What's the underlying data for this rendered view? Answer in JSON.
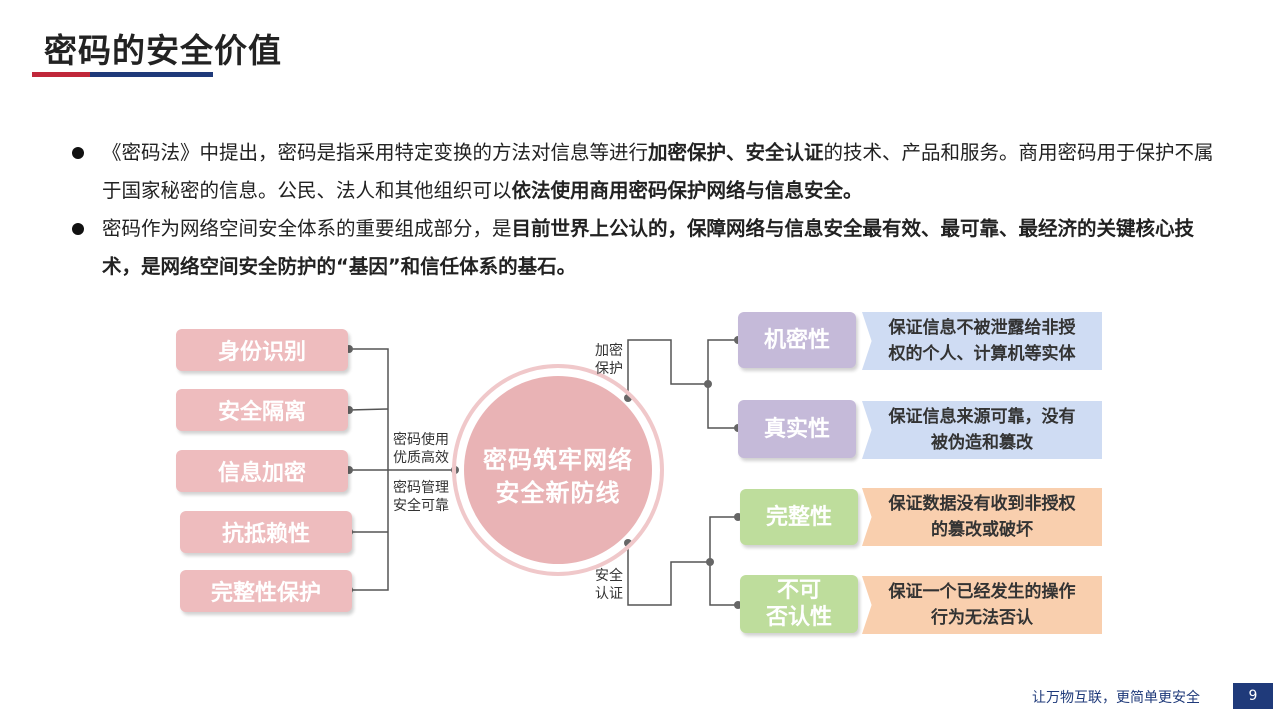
{
  "header": {
    "title": "密码的安全价值"
  },
  "bullets": [
    {
      "p1": "《密码法》中提出，密码是指采用特定变换的方法对信息等进行",
      "b1": "加密保护、安全认证",
      "p2": "的技术、产品和服务。商用密码用于保护不属于国家秘密的信息。公民、法人和其他组织可以",
      "b2": "依法使用商用密码保护网络与信息安全。"
    },
    {
      "p1": "密码作为网络空间安全体系的重要组成部分，是",
      "b1": "目前世界上公认的，保障网络与信息安全最有效、最可靠、最经济的关键核心技术，是网络空间安全防护的“基因”和信任体系的基石。"
    }
  ],
  "diagram": {
    "center": {
      "line1": "密码筑牢网络",
      "line2": "安全新防线"
    },
    "left_items": [
      "身份识别",
      "安全隔离",
      "信息加密",
      "抗抵赖性",
      "完整性保护"
    ],
    "left_labels": {
      "top": [
        "密码使用",
        "优质高效"
      ],
      "bottom": [
        "密码管理",
        "安全可靠"
      ]
    },
    "branch_labels": {
      "encrypt": [
        "加密",
        "保护"
      ],
      "auth": [
        "安全",
        "认证"
      ]
    },
    "properties": [
      {
        "name": [
          "机密性"
        ],
        "desc": [
          "保证信息不被泄露给非授",
          "权的个人、计算机等实体"
        ]
      },
      {
        "name": [
          "真实性"
        ],
        "desc": [
          "保证信息来源可靠，没有",
          "被伪造和篡改"
        ]
      },
      {
        "name": [
          "完整性"
        ],
        "desc": [
          "保证数据没有收到非授权",
          "的篡改或破坏"
        ]
      },
      {
        "name": [
          "不可",
          "否认性"
        ],
        "desc": [
          "保证一个已经发生的操作",
          "行为无法否认"
        ]
      }
    ],
    "colors": {
      "left_box": "#eebcbe",
      "center_circle": "#e9b3b5",
      "purple": "#c5bad9",
      "lavender_desc": "#cfdcf3",
      "green": "#bedd9c",
      "peach_desc": "#f9cfae"
    }
  },
  "footer": {
    "slogan": "让万物互联，更简单更安全",
    "page": "9"
  }
}
